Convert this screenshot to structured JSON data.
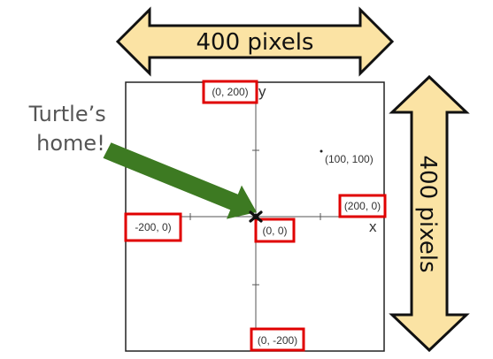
{
  "dimensions": {
    "width_label": "400 pixels",
    "height_label": "400 pixels"
  },
  "turtle_home": {
    "line1": "Turtle’s",
    "line2": "home!"
  },
  "axes": {
    "x_label": "x",
    "y_label": "y"
  },
  "coordinates": {
    "top": "(0, 200)",
    "right": "(200, 0)",
    "left": "-200, 0)",
    "origin": "(0, 0)",
    "bottom": "(0, -200)",
    "sample_point": "(100, 100)"
  },
  "colors": {
    "arrow_fill": "#fbe3a4",
    "highlight_box": "#e00000",
    "pointer_arrow": "#3d7a22",
    "axis_line": "#555555"
  }
}
